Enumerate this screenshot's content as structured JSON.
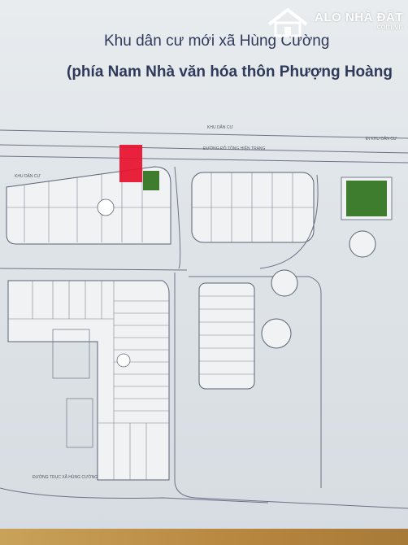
{
  "title": {
    "line1": "Khu dân cư mới xã Hùng Cường",
    "line2": "(phía Nam Nhà văn hóa thôn Phượng Hoàng"
  },
  "watermark": {
    "name": "ALO NHÀ ĐẤT",
    "domain": ".com.vn",
    "icon": "house-icon"
  },
  "plan_labels": {
    "residential_top": "KHU DÂN CƯ",
    "to_residential": "ĐI KHU DÂN CƯ",
    "road_top": "ĐƯỜNG ĐỖ TÔNG HIỆN TRANG",
    "residential_left": "KHU DÂN CƯ",
    "road_bottom": "ĐƯỜNG TRỤC XÃ HÙNG CƯỜNG"
  },
  "colors": {
    "green_lot": "#3e7d2d",
    "highlight": "#e8102c",
    "ink": "#5a6275",
    "title": "#2f3a5a"
  }
}
